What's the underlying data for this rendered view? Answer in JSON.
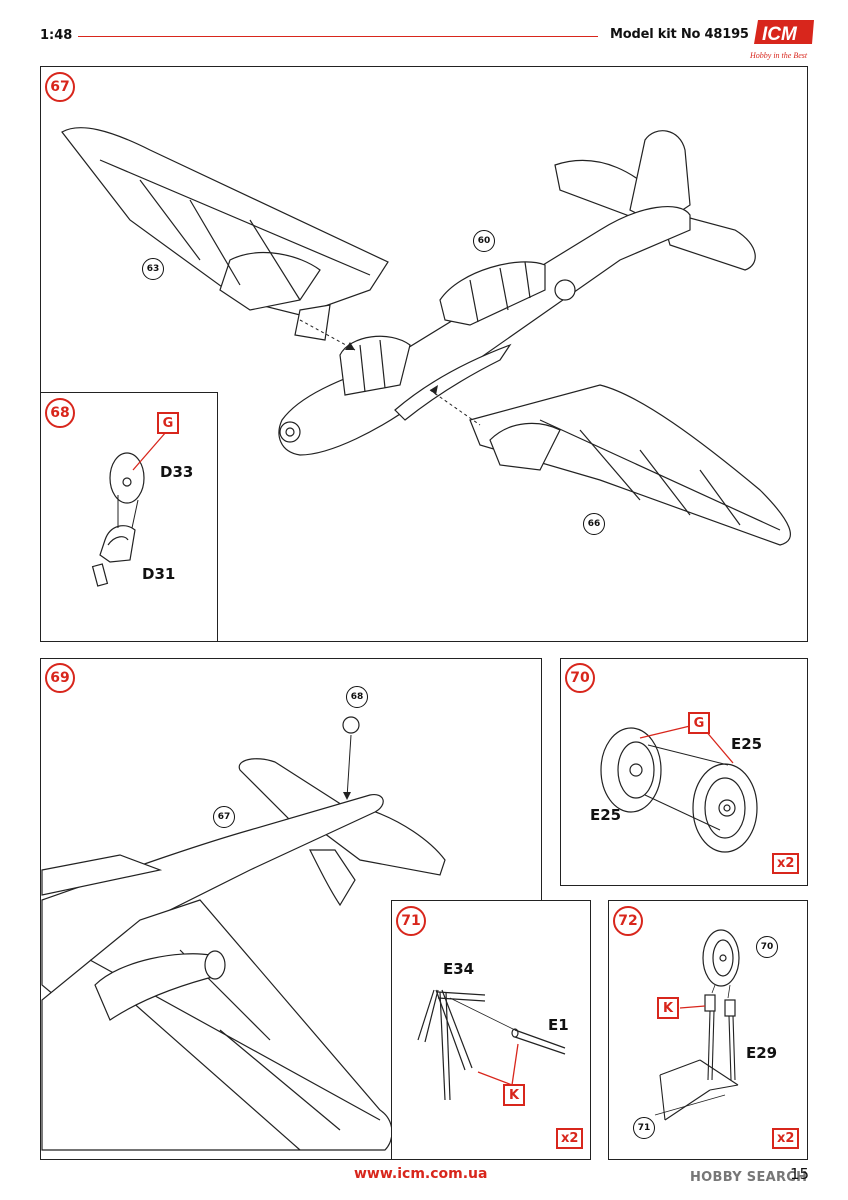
{
  "header": {
    "scale": "1:48",
    "kit_label": "Model kit No 48195",
    "brand": "ICM",
    "brand_tagline": "Hobby in the Best"
  },
  "steps": {
    "s67": {
      "number": "67",
      "refs": [
        "63",
        "60",
        "66"
      ]
    },
    "s68": {
      "number": "68",
      "paint": "G",
      "parts": [
        "D33",
        "D31"
      ]
    },
    "s69": {
      "number": "69",
      "refs": [
        "68",
        "67"
      ]
    },
    "s70": {
      "number": "70",
      "paint": "G",
      "parts": [
        "E25",
        "E25"
      ],
      "multiplier": "x2"
    },
    "s71": {
      "number": "71",
      "paint": "K",
      "parts": [
        "E34",
        "E1"
      ],
      "multiplier": "x2"
    },
    "s72": {
      "number": "72",
      "paint": "K",
      "parts": [
        "E29"
      ],
      "refs": [
        "70",
        "71"
      ],
      "multiplier": "x2"
    }
  },
  "footer": {
    "url": "www.icm.com.ua",
    "page": "15",
    "watermark": "HOBBY SEARCH"
  },
  "colors": {
    "accent": "#d8261c",
    "line": "#222222"
  }
}
